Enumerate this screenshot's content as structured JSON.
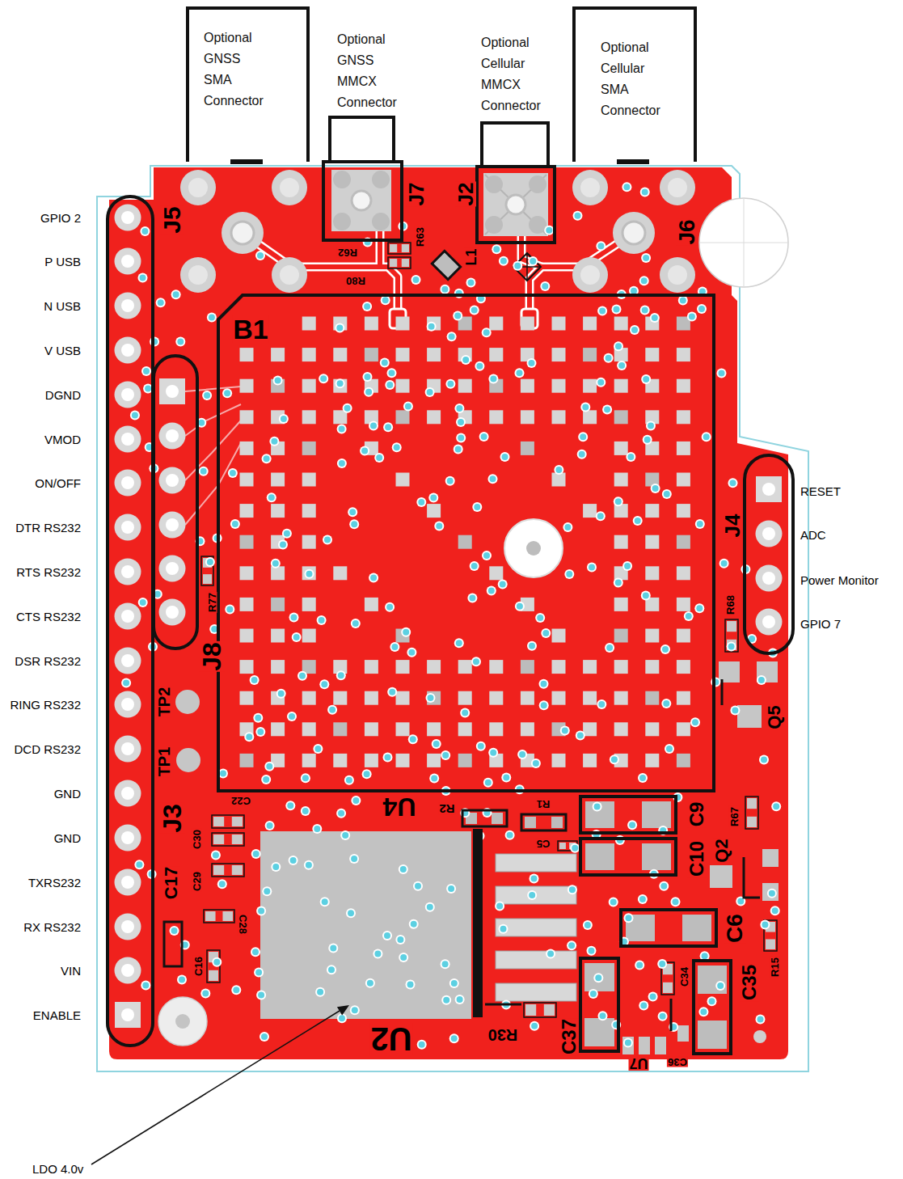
{
  "diagram": {
    "nodes": [
      {
        "text": [
          "Optional GNSS SMA Connector"
        ]
      },
      {
        "text": [
          "Optional GNSS MMCX Connector"
        ]
      },
      {
        "text": [
          "Optional Cellular MMCX Connector"
        ]
      },
      {
        "text": [
          "Optional Cellular SMA Connector"
        ]
      }
    ],
    "labels": [
      "GPIO 2",
      "P USB",
      "N USB",
      "V USB",
      "DGND",
      "VMOD",
      "ON/OFF",
      "DTR RS232",
      "RTS RS232",
      "CTS RS232",
      "DSR RS232",
      "RING RS232",
      "DCD RS232",
      "GND",
      "GND",
      "TXRS232",
      "RX RS232",
      "VIN",
      "ENABLE",
      "RESET",
      "ADC",
      "Power Monitor",
      "GPIO 7",
      "LDO 4.0v",
      "J5",
      "J7",
      "R63",
      "R62",
      "R80",
      "J2",
      "L1",
      "J6",
      "B1",
      "J4",
      "R68",
      "Q5",
      "J8",
      "R77",
      "TP2",
      "TP1",
      "J3",
      "C22",
      "C30",
      "C29",
      "C28",
      "C17",
      "C16",
      "U4",
      "R2",
      "R1",
      "C5",
      "C9",
      "C10",
      "R67",
      "Q2",
      "C6",
      "R15",
      "C35",
      "C34",
      "C37",
      "R30",
      "U2",
      "U7",
      "C36"
    ]
  }
}
